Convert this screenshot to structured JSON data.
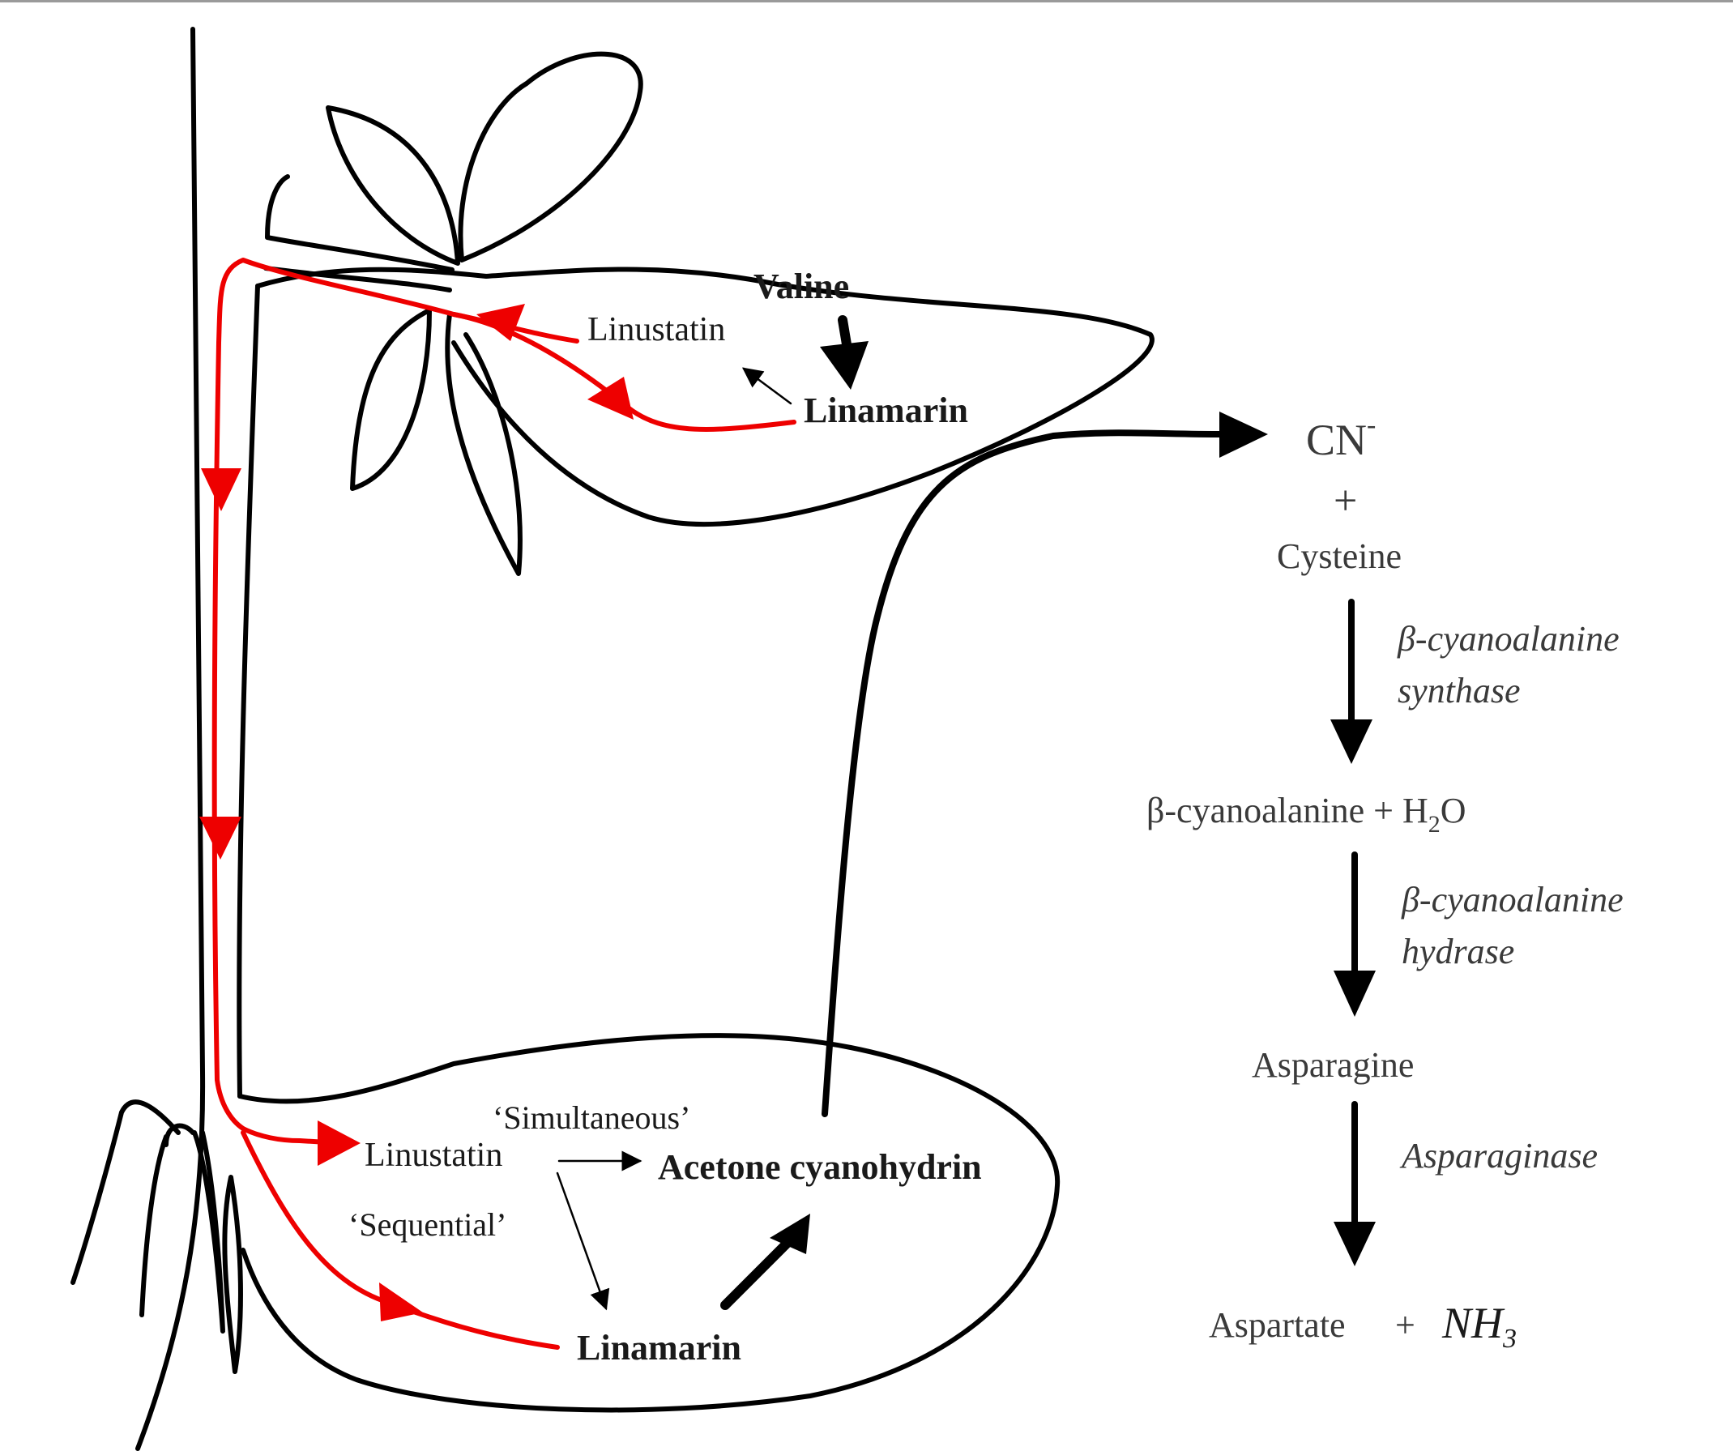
{
  "colors": {
    "outline": "#000000",
    "transport": "#ee0000",
    "text": "#1a1a1a",
    "enzyme_text": "#3a3a3a",
    "background": "#ffffff"
  },
  "leaf": {
    "valine": "Valine",
    "linustatin": "Linustatin",
    "linamarin": "Linamarin"
  },
  "root": {
    "simultaneous": "‘Simultaneous’",
    "sequential": "‘Sequential’",
    "linustatin": "Linustatin",
    "acetone_cyanohydrin": "Acetone cyanohydrin",
    "linamarin": "Linamarin"
  },
  "pathway": {
    "cn": "CN",
    "cn_charge": "-",
    "plus": "+",
    "cysteine": "Cysteine",
    "enzyme1_line1": "β-cyanoalanine",
    "enzyme1_line2": "synthase",
    "b_cyanoalanine": "β-cyanoalanine + H",
    "h2o_sub": "2",
    "h2o_tail": "O",
    "enzyme2_line1": "β-cyanoalanine",
    "enzyme2_line2": "hydrase",
    "asparagine": "Asparagine",
    "enzyme3": "Asparaginase",
    "aspartate": "Aspartate",
    "aspartate_plus": "+",
    "nh3": "NH",
    "nh3_sub": "3"
  }
}
